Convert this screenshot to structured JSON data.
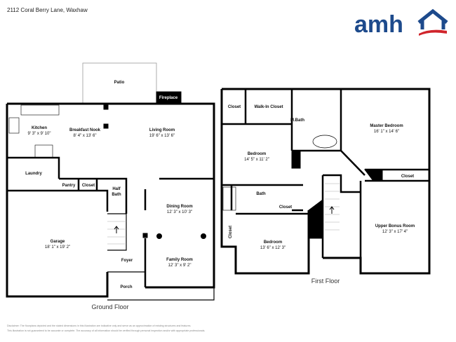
{
  "address": "2112 Coral Berry Lane, Waxhaw",
  "logo": {
    "text": "amh",
    "brand_color": "#1d4a8c",
    "accent_color": "#d0242b"
  },
  "ground_floor": {
    "title": "Ground Floor",
    "rooms": {
      "patio": {
        "name": "Patio"
      },
      "fireplace": {
        "name": "Fireplace"
      },
      "kitchen": {
        "name": "Kitchen",
        "dim": "9' 3\" x 9' 10\""
      },
      "nook": {
        "name": "Breakfast Nook",
        "dim": "8' 4\" x 13' 6\""
      },
      "living": {
        "name": "Living Room",
        "dim": "19' 6\" x 13' 6\""
      },
      "laundry": {
        "name": "Laundry"
      },
      "pantry": {
        "name": "Pantry"
      },
      "closet": {
        "name": "Closet"
      },
      "halfbath": {
        "name": "Half Bath"
      },
      "garage": {
        "name": "Garage",
        "dim": "18' 1\" x 19' 2\""
      },
      "dining": {
        "name": "Dining Room",
        "dim": "12' 3\" x 10' 3\""
      },
      "family": {
        "name": "Family Room",
        "dim": "12' 3\" x 9' 2\""
      },
      "foyer": {
        "name": "Foyer"
      },
      "porch": {
        "name": "Porch"
      }
    }
  },
  "first_floor": {
    "title": "First Floor",
    "rooms": {
      "closet1": {
        "name": "Closet"
      },
      "walkin": {
        "name": "Walk-In Closet"
      },
      "mbath": {
        "name": "M.Bath"
      },
      "master": {
        "name": "Master Bedroom",
        "dim": "16' 1\" x 14' 6\""
      },
      "bedroom1": {
        "name": "Bedroom",
        "dim": "14' 5\" x 11' 2\""
      },
      "bath": {
        "name": "Bath"
      },
      "closet2": {
        "name": "Closet"
      },
      "closet3": {
        "name": "Closet"
      },
      "closet4": {
        "name": "Closet"
      },
      "bedroom2": {
        "name": "Bedroom",
        "dim": "13' 6\" x 12' 3\""
      },
      "bonus": {
        "name": "Upper Bonus Room",
        "dim": "12' 3\" x 17' 4\""
      }
    }
  },
  "disclaimer": [
    "Disclaimer: The floorplans depicted and the stated dimensions in this illustration are indicative only and serve as an approximation of existing structures and features.",
    "This illustration is not guaranteed to be accurate or complete. The accuracy of all information should be verified through personal inspection and/or with appropriate professionals."
  ]
}
